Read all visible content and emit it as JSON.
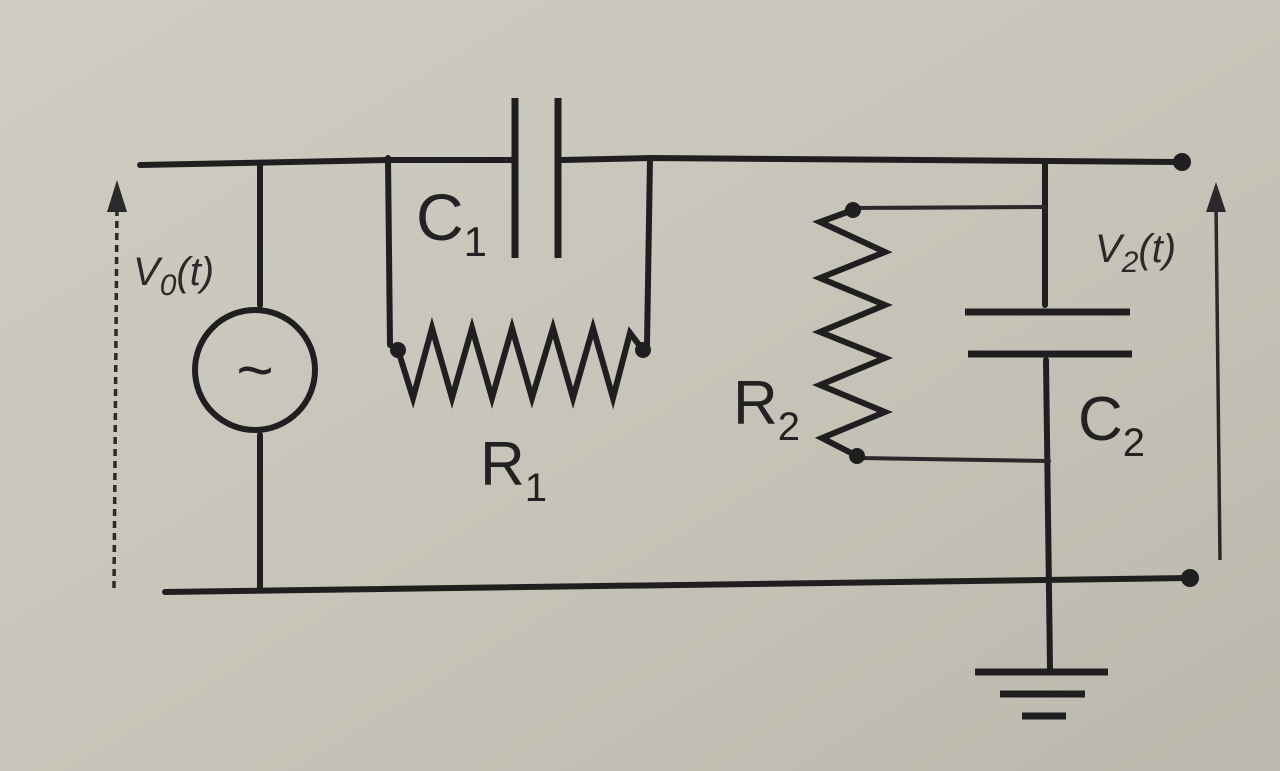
{
  "labels": {
    "source_voltage": {
      "main": "V",
      "sub": "0",
      "arg": "(t)"
    },
    "output_voltage": {
      "main": "V",
      "sub": "2",
      "arg": "(t)"
    },
    "c1": {
      "main": "C",
      "sub": "1"
    },
    "r1": {
      "main": "R",
      "sub": "1"
    },
    "r2": {
      "main": "R",
      "sub": "2"
    },
    "c2": {
      "main": "C",
      "sub": "2"
    },
    "source_symbol": "~"
  }
}
